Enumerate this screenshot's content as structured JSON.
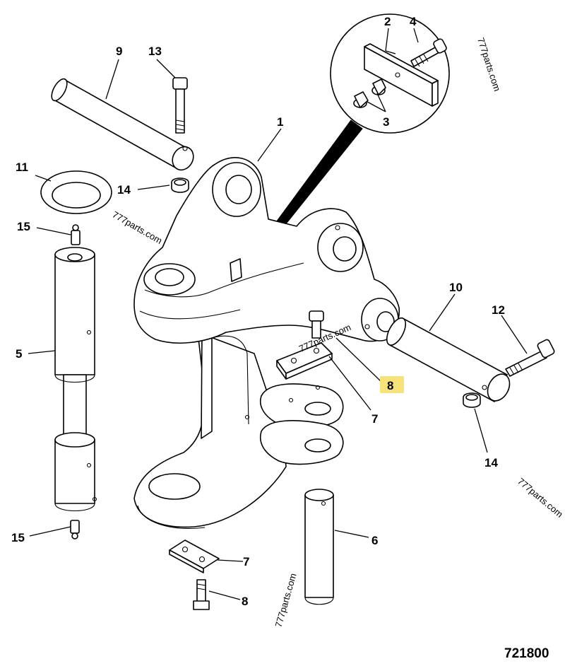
{
  "figure_number": "721800",
  "watermark": "777parts.com",
  "callouts": [
    {
      "id": "c9",
      "label": "9"
    },
    {
      "id": "c13",
      "label": "13"
    },
    {
      "id": "c2",
      "label": "2"
    },
    {
      "id": "c4",
      "label": "4"
    },
    {
      "id": "c3",
      "label": "3"
    },
    {
      "id": "c1",
      "label": "1"
    },
    {
      "id": "c11",
      "label": "11"
    },
    {
      "id": "c14a",
      "label": "14"
    },
    {
      "id": "c15a",
      "label": "15"
    },
    {
      "id": "c5",
      "label": "5"
    },
    {
      "id": "c10",
      "label": "10"
    },
    {
      "id": "c12",
      "label": "12"
    },
    {
      "id": "c8a",
      "label": "8",
      "highlighted": true
    },
    {
      "id": "c7a",
      "label": "7"
    },
    {
      "id": "c14b",
      "label": "14"
    },
    {
      "id": "c15b",
      "label": "15"
    },
    {
      "id": "c6",
      "label": "6"
    },
    {
      "id": "c7b",
      "label": "7"
    },
    {
      "id": "c8b",
      "label": "8"
    }
  ],
  "colors": {
    "highlight": "#f6e27a",
    "line": "#000000",
    "background": "#ffffff"
  }
}
